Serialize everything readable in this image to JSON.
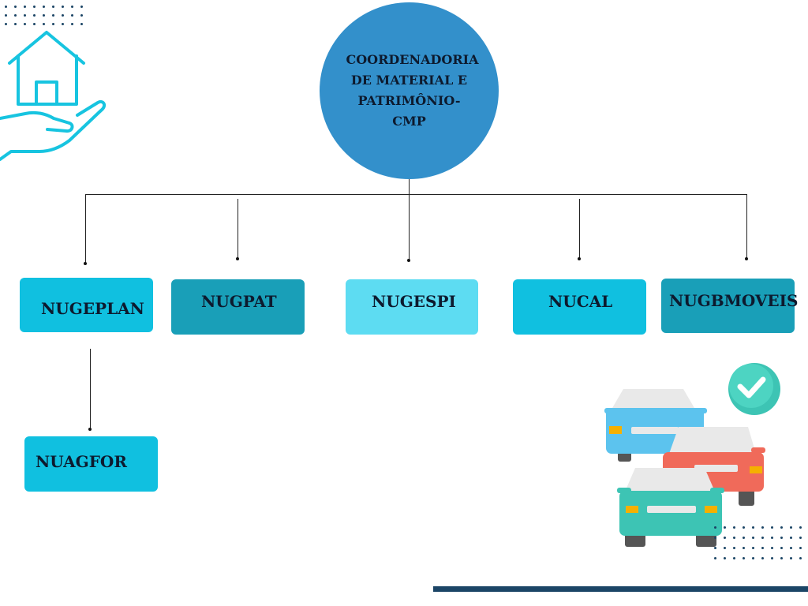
{
  "root": {
    "label": "COORDENADORIA DE MATERIAL E PATRIMÔNIO-CMP"
  },
  "units": [
    {
      "label": "NUGEPLAN",
      "color": "#10c0e0"
    },
    {
      "label": "NUGPAT",
      "color": "#199fb8"
    },
    {
      "label": "NUGESPI",
      "color": "#5ddcf2"
    },
    {
      "label": "NUCAL",
      "color": "#10c0e0"
    },
    {
      "label": "NUGBMOVEIS",
      "color": "#199fb8"
    }
  ],
  "sub_unit": {
    "label": "NUAGFOR",
    "parent": "NUGEPLAN",
    "color": "#10c0e0"
  },
  "decorations": {
    "top_left_icon": "house-on-hand-icon",
    "bottom_right_icon": "cars-checkmark-icon",
    "accent_color": "#1b4566"
  }
}
